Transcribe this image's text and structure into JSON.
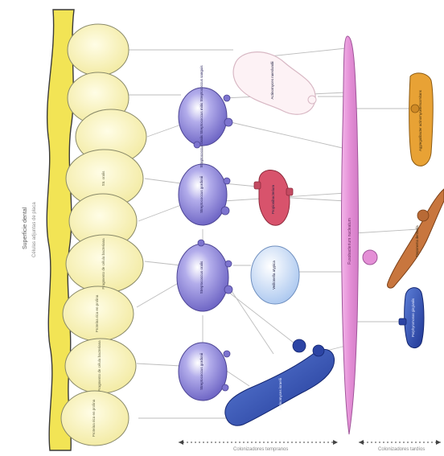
{
  "side_labels": {
    "surface": "Superficie dental",
    "cells_attached": "Células adjuntas de placa"
  },
  "bottom_axis": {
    "left": "Colonizadores tempranos",
    "right": "Colonizadores tardíos"
  },
  "pellicle_cells": [
    {
      "label": ""
    },
    {
      "label": ""
    },
    {
      "label": ""
    },
    {
      "label": "Str. oralis"
    },
    {
      "label": ""
    },
    {
      "label": "Fragmento de célula bacteriana"
    },
    {
      "label": "Proteína rica en prolina"
    },
    {
      "label": "Fragmento de célula bacteriana"
    },
    {
      "label": "Proteína rica en prolina"
    }
  ],
  "early_colonizers": [
    {
      "label": "Streptococcus oralis Streptococcus mitis Streptococcus sanguis"
    },
    {
      "label": "Streptococcus gordonii"
    },
    {
      "label": "Streptococcus oralis"
    },
    {
      "label": "Streptococcus gordonii"
    }
  ],
  "middle_organisms": [
    {
      "label": "Veillonella atypica"
    },
    {
      "label": "Propionibacterium"
    },
    {
      "label": "Actinomyces naeslundii"
    },
    {
      "label": "Actinomyces israelii"
    }
  ],
  "bridge": {
    "label": "Fusobacterium nucleatum"
  },
  "late_colonizers": [
    {
      "label": "Aggregatibacter actinomycetemcomitans"
    },
    {
      "label": "Treponema denticola"
    },
    {
      "label": "Porphyromonas gingivalis"
    }
  ],
  "colors": {
    "enamel": "#f2e455",
    "pellicle": "#f6f0a8",
    "early": "#8e86d9",
    "veillonella": "#cfe0f5",
    "bridge": "#e69ad8",
    "late_orange": "#e8a235",
    "late_blue": "#3a56b8",
    "propioni": "#d8536c"
  }
}
